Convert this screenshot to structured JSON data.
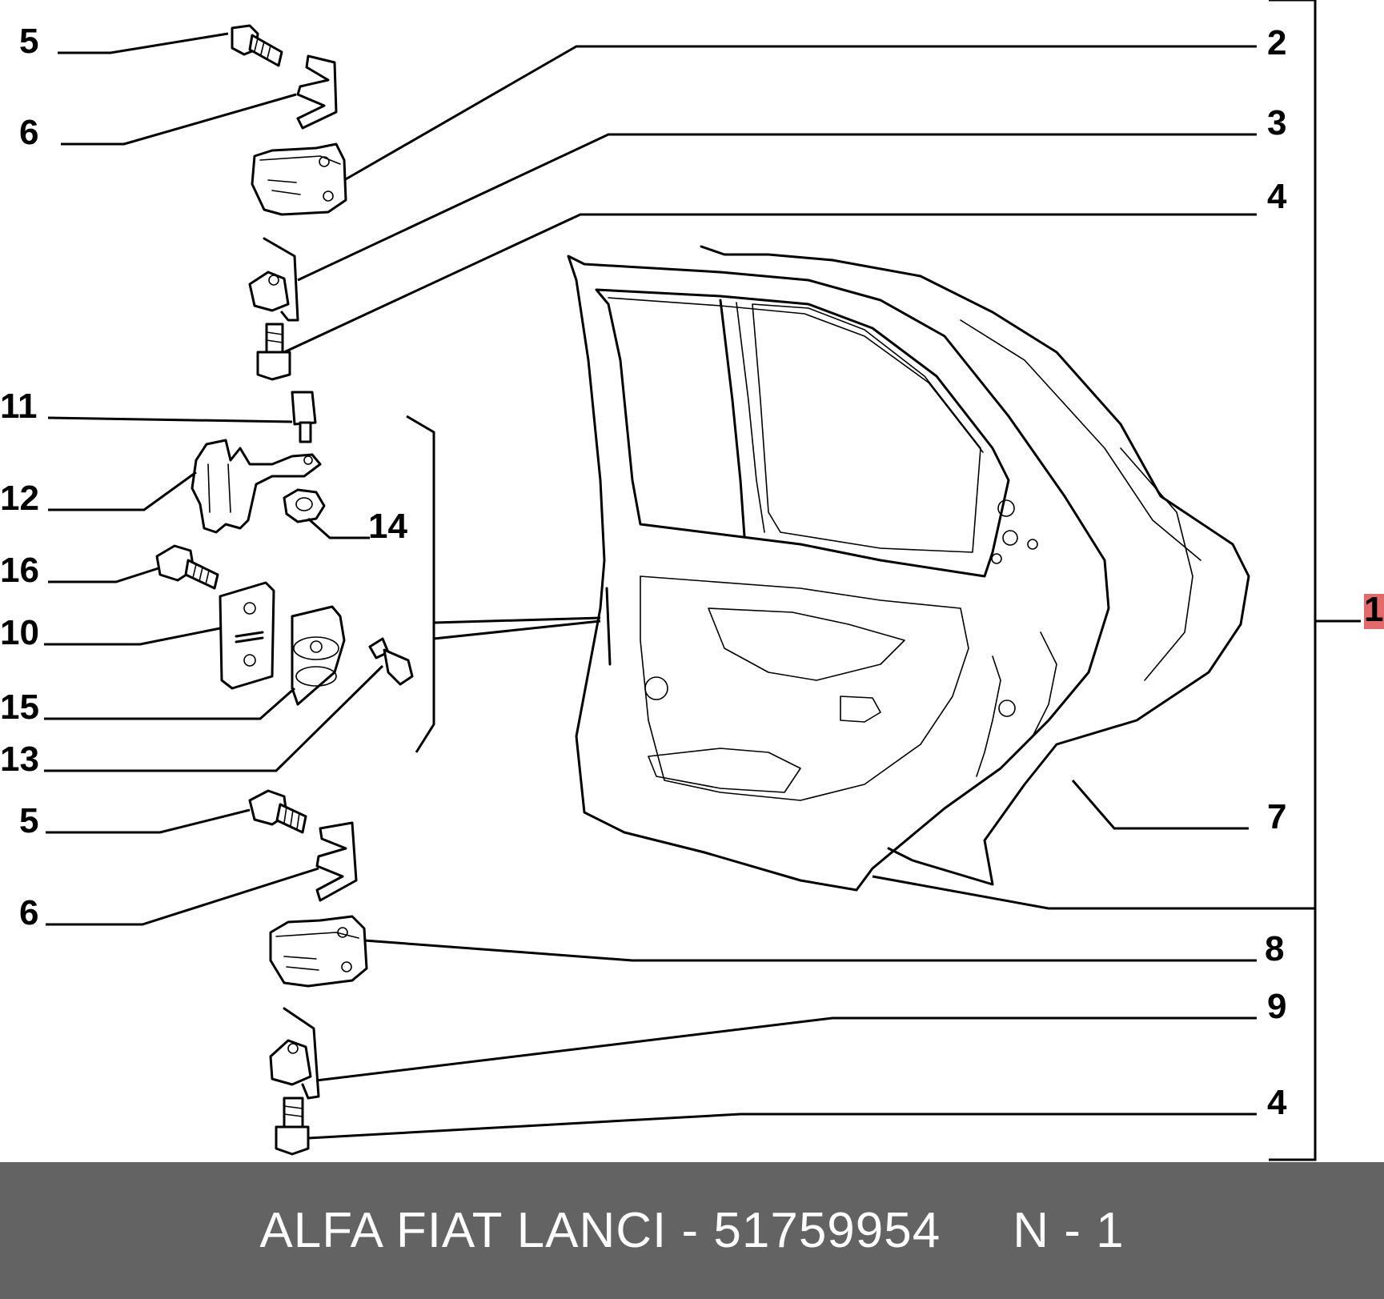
{
  "callouts": {
    "c1": "1",
    "c2": "2",
    "c3": "3",
    "c4a": "4",
    "c4b": "4",
    "c5a": "5",
    "c5b": "5",
    "c6a": "6",
    "c6b": "6",
    "c7": "7",
    "c8": "8",
    "c9": "9",
    "c10": "10",
    "c11": "11",
    "c12": "12",
    "c13": "13",
    "c14": "14",
    "c15": "15",
    "c16": "16"
  },
  "colors": {
    "footer_bg": "#636363",
    "footer_text": "#ffffff",
    "callout_1_marker": "#e26a6a"
  },
  "footer": {
    "part_text": "ALFA FIAT LANCI - 51759954",
    "suffix_text": "N - 1"
  }
}
